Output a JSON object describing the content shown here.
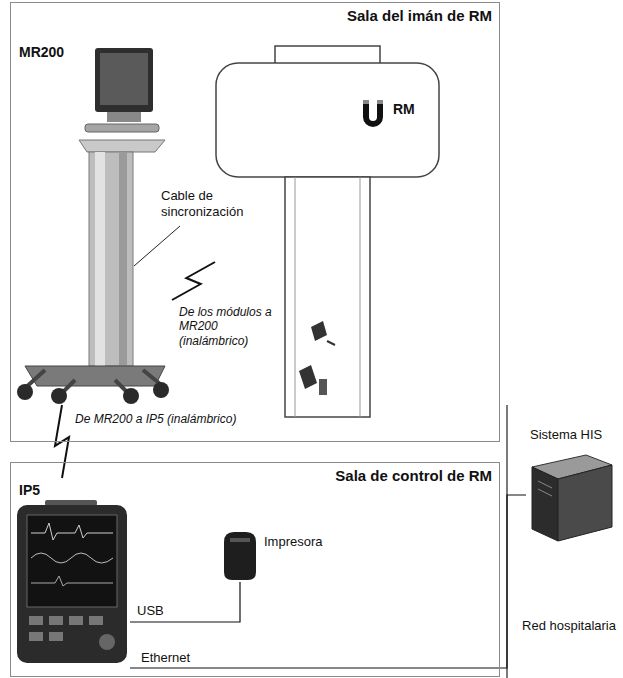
{
  "diagram": {
    "nodes": [
      {
        "text": [
          "Sala del imán de RM"
        ]
      },
      {
        "text": [
          "MR200"
        ],
        "in": 0
      },
      {
        "text": [
          "RM"
        ],
        "in": 0
      },
      {
        "text": [
          "Sala de control de RM"
        ]
      },
      {
        "text": [
          "IP5"
        ],
        "in": 3
      },
      {
        "text": [
          "Impresora"
        ],
        "in": 3
      },
      {
        "text": [
          "Sistema HIS"
        ]
      }
    ],
    "edges": [
      {
        "from": 2,
        "to": 1,
        "label": "De los módulos a MR200 (inalámbrico)",
        "arrow": "none"
      },
      {
        "from": 1,
        "to": 4,
        "label": "De MR200 a IP5 (inalámbrico)",
        "arrow": "none"
      },
      {
        "from": 4,
        "to": 5,
        "label": "USB",
        "arrow": "none"
      },
      {
        "from": 4,
        "to": 6,
        "label": "Ethernet",
        "arrow": "none"
      }
    ],
    "labels": [
      "Cable de sincronización",
      "Red hospitalaria"
    ]
  }
}
